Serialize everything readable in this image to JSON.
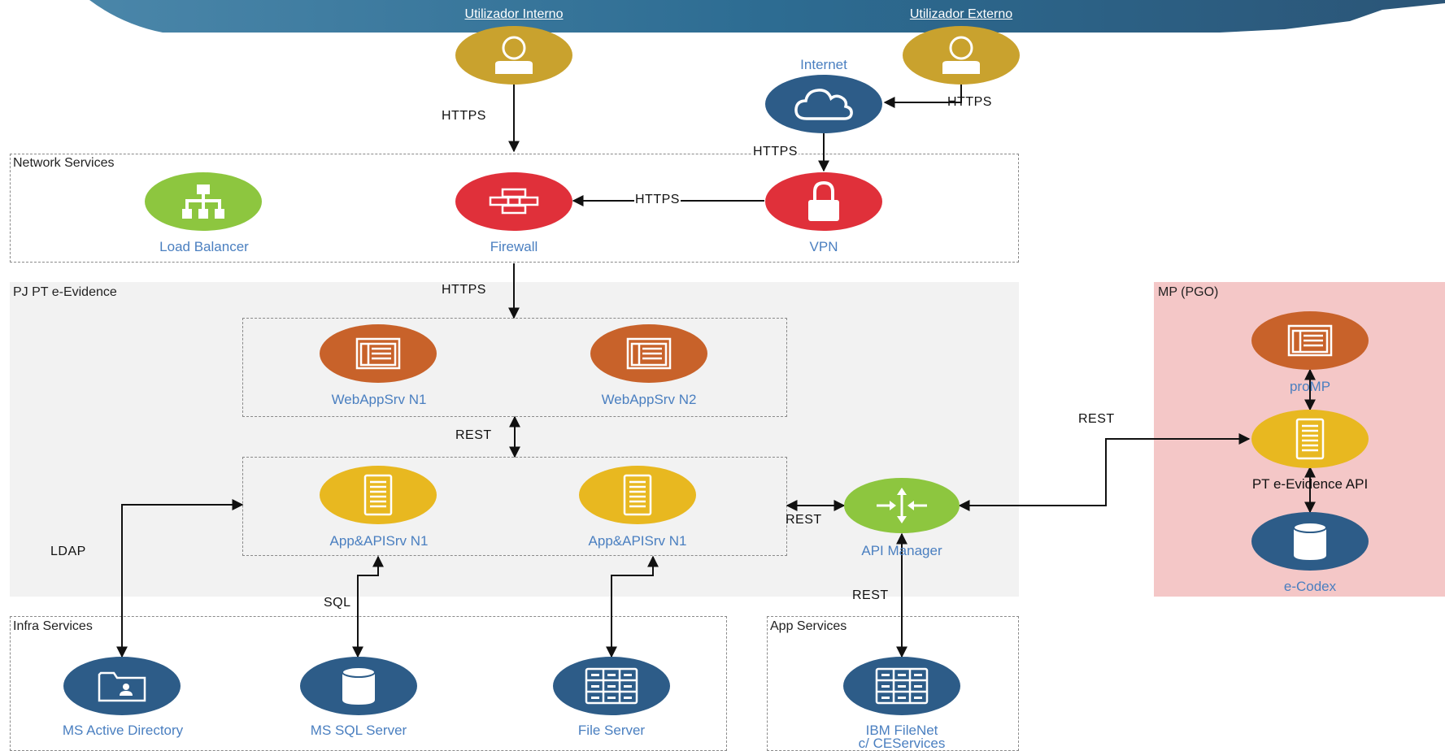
{
  "users": {
    "internal": "Utilizador Interno",
    "external": "Utilizador Externo"
  },
  "zones": {
    "network": "Network Services",
    "pj": "PJ PT e-Evidence",
    "infra": "Infra Services",
    "app": "App Services",
    "mp": "MP (PGO)"
  },
  "nodes": {
    "internet": "Internet",
    "load_balancer": "Load Balancer",
    "firewall": "Firewall",
    "vpn": "VPN",
    "web1": "WebAppSrv N1",
    "web2": "WebAppSrv N2",
    "app1": "App&APISrv N1",
    "app2": "App&APISrv N1",
    "api_manager": "API Manager",
    "ad": "MS Active Directory",
    "sql": "MS SQL Server",
    "fileserver": "File Server",
    "filenet_line1": "IBM FileNet",
    "filenet_line2": "c/ CEServices",
    "promp": "proMP",
    "pt_api": "PT e-Evidence API",
    "ecodex": "e-Codex"
  },
  "edges": {
    "internal_https": "HTTPS",
    "external_https": "HTTPS",
    "internet_vpn_https": "HTTPS",
    "vpn_fw_https": "HTTPS",
    "fw_web_https": "HTTPS",
    "web_app_rest": "REST",
    "ldap": "LDAP",
    "sql": "SQL",
    "app_api_rest": "REST",
    "api_filenet_rest": "REST",
    "api_mp_rest": "REST"
  },
  "colors": {
    "user": "#c9a22e",
    "internet": "#2d5c88",
    "firewall": "#e0303a",
    "load_balancer": "#8dc63f",
    "web": "#c8622a",
    "app": "#e8b820",
    "api": "#8dc63f",
    "db": "#2d5c88",
    "label_blue": "#4a7fc0",
    "banner": "#2d5c88",
    "mp_zone": "#f4c7c7"
  }
}
